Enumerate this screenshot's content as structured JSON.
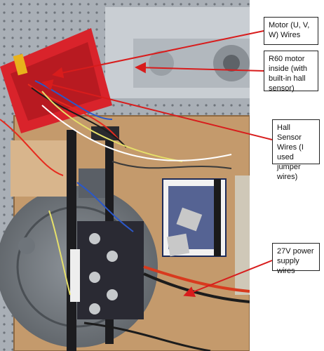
{
  "callouts": {
    "motor_wires": "Motor (U, V, W) Wires",
    "r60_motor": "R60 motor inside (with built-in hall sensor)",
    "hall_wires": "Hall Sensor Wires (I used jumper wires)",
    "power_wires": "27V power supply wires"
  },
  "colors": {
    "arrow": "#d81c1c",
    "plate": "#a7adb4",
    "bin": "#d9232b",
    "board_blue": "#2d3f7a",
    "motor_board": "#2a2a33"
  },
  "photo_subject": "motor-driver-test-bench"
}
